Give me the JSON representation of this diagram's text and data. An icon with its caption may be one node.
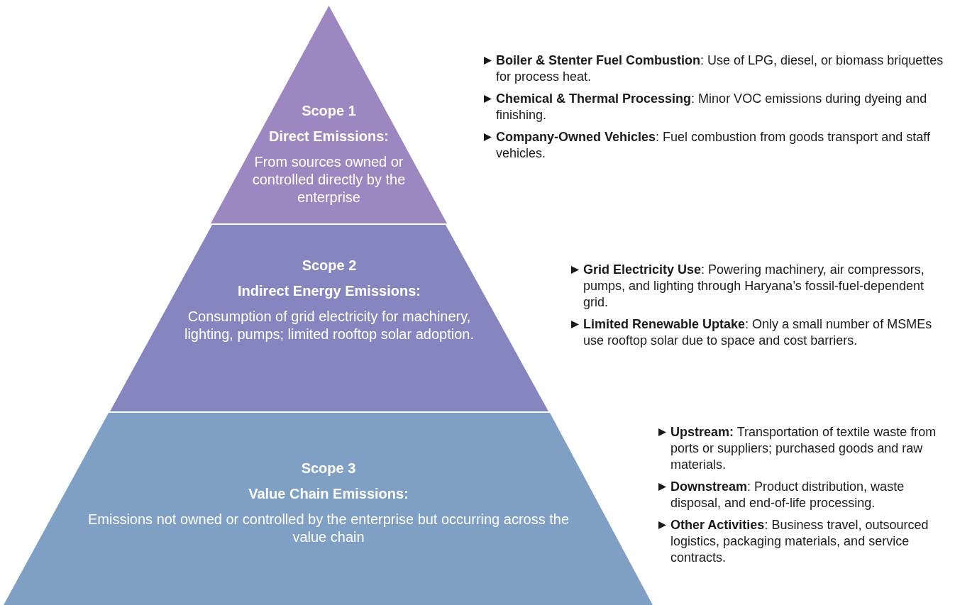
{
  "diagram": {
    "nodes": [
      {
        "text": [
          "Scope 1",
          "Direct Emissions:",
          "From sources owned or controlled directly by the enterprise"
        ],
        "beside": [
          "**Boiler & Stenter Fuel Combustion**: Use of LPG, diesel, or biomass briquettes for process heat.",
          "**Chemical & Thermal Processing**: Minor VOC emissions during dyeing and finishing.",
          "**Company-Owned Vehicles**: Fuel combustion from goods transport and staff vehicles."
        ]
      },
      {
        "text": [
          "Scope 2",
          "Indirect Energy Emissions:",
          "Consumption of grid electricity for machinery, lighting, pumps; limited rooftop solar adoption."
        ],
        "beside": [
          "**Grid Electricity Use**: Powering machinery, air compressors, pumps, and lighting through Haryana’s fossil-fuel-dependent grid.",
          "**Limited Renewable Uptake**: Only a small number of MSMEs use rooftop solar due to space and cost barriers."
        ]
      },
      {
        "text": [
          "Scope 3",
          "**Value Chain Emissions**:",
          "Emissions not owned or controlled by the enterprise but occurring across the value chain"
        ],
        "beside": [
          "**Upstream:** Transportation of textile waste from ports or suppliers; purchased goods and raw materials.",
          "**Downstream**: Product distribution, waste disposal, and end-of-life processing.",
          "**Other Activities**: Business travel, outsourced logistics, packaging materials, and service contracts."
        ]
      }
    ]
  }
}
